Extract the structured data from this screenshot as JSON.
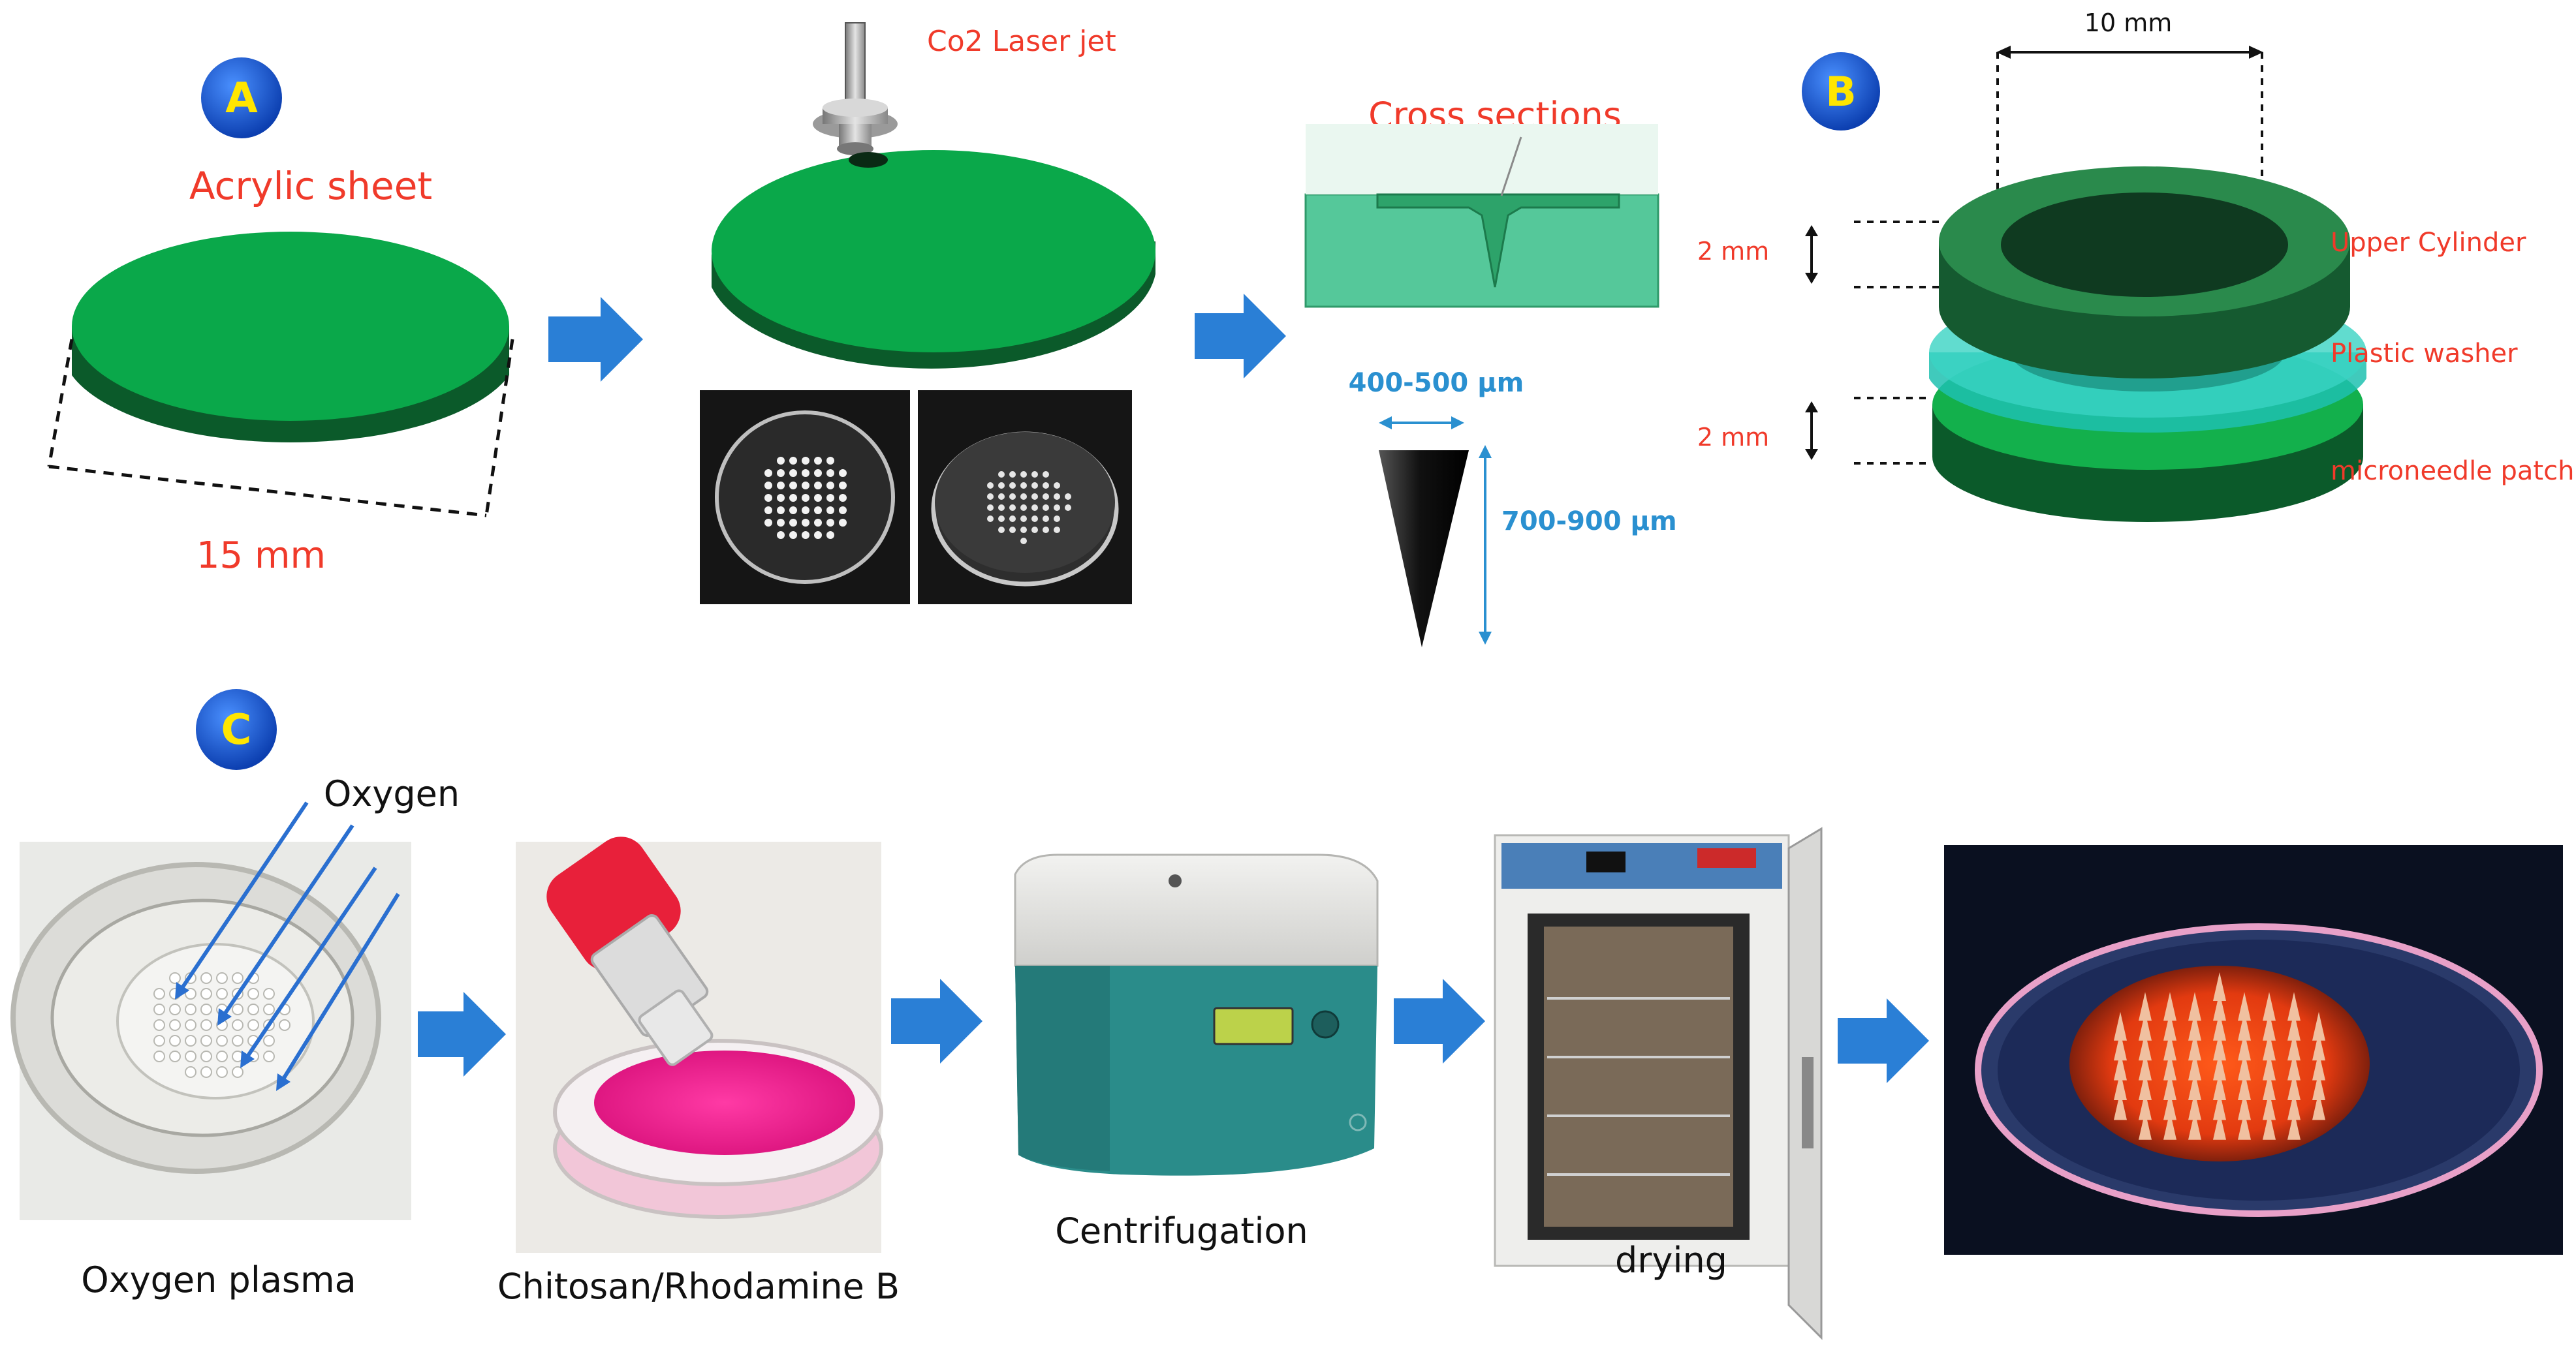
{
  "panel_labels": {
    "a": "A",
    "b": "B",
    "c": "C"
  },
  "panel_a": {
    "acrylic_sheet": "Acrylic sheet",
    "diameter": "15 mm",
    "laser": "Co2 Laser jet",
    "cross_sections": "Cross sections",
    "needle_width": "400-500 µm",
    "needle_height": "700-900 µm"
  },
  "panel_b": {
    "top_dimension": "10 mm",
    "upper_height": "2 mm",
    "lower_height": "2 mm",
    "upper_cylinder": "Upper Cylinder",
    "plastic_washer": "Plastic washer",
    "microneedle_patch": "microneedle patch"
  },
  "panel_c": {
    "oxygen": "Oxygen",
    "step1": "Oxygen plasma",
    "step2": "Chitosan/Rhodamine B",
    "step3": "Centrifugation",
    "step4": "drying"
  },
  "colors": {
    "green_top": "#0aa84a",
    "green_side": "#0b5a2a",
    "arrow_blue": "#2a7fd6",
    "red_label": "#f03a2a",
    "dim_blue": "#2a90d0",
    "badge_blue": "#1f63d8",
    "badge_text": "#ffe600"
  }
}
